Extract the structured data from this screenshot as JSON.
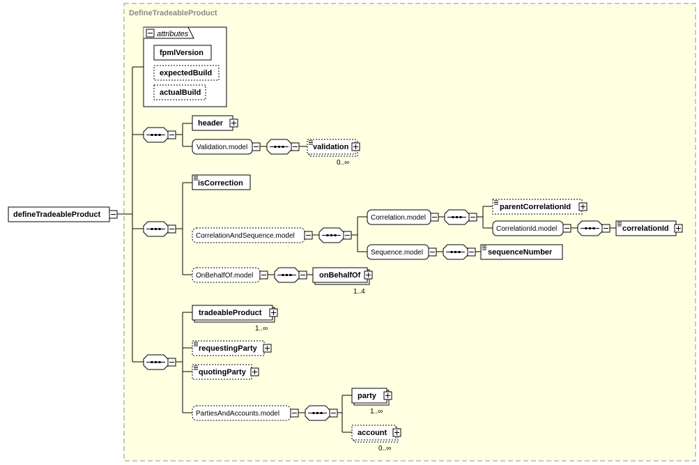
{
  "type_name": "DefineTradeableProduct",
  "root": {
    "label": "defineTradeableProduct"
  },
  "attributes": {
    "header": "attributes",
    "items": [
      "fpmlVersion",
      "expectedBuild",
      "actualBuild"
    ]
  },
  "group1": {
    "header": "header",
    "validation_model": "Validation.model",
    "validation": "validation",
    "validation_card": "0..∞"
  },
  "group2": {
    "is_correction": "isCorrection",
    "correlation_and_sequence_model": "CorrelationAndSequence.model",
    "correlation_model": "Correlation.model",
    "parent_correlation_id": "parentCorrelationId",
    "correlation_id_model": "CorrelationId.model",
    "correlation_id": "correlationId",
    "sequence_model": "Sequence.model",
    "sequence_number": "sequenceNumber",
    "on_behalf_of_model": "OnBehalfOf.model",
    "on_behalf_of": "onBehalfOf",
    "on_behalf_of_card": "1..4"
  },
  "group3": {
    "tradeable_product": "tradeableProduct",
    "tradeable_product_card": "1..∞",
    "requesting_party": "requestingParty",
    "quoting_party": "quotingParty",
    "parties_and_accounts_model": "PartiesAndAccounts.model",
    "party": "party",
    "party_card": "1..∞",
    "account": "account",
    "account_card": "0..∞"
  },
  "colors": {
    "canvas": "#ffffe2",
    "frame": "#909090",
    "box_fill": "#ffffff",
    "line": "#000000"
  }
}
